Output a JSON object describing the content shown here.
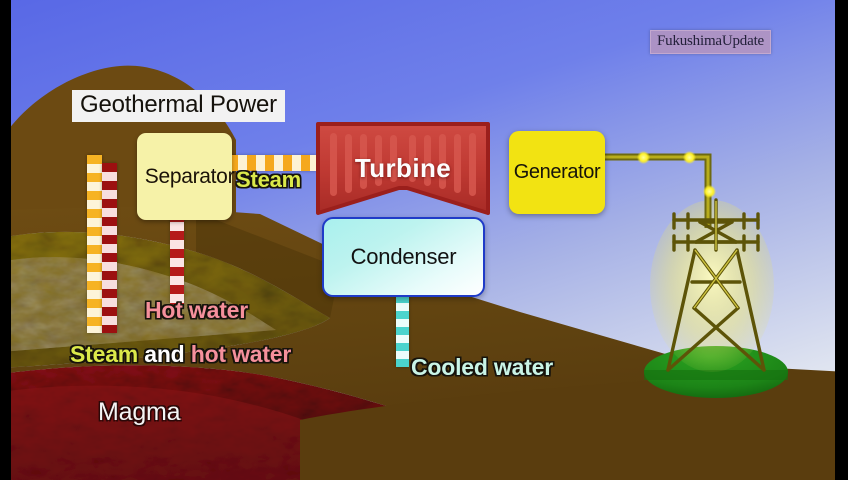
{
  "title": "Geothermal Power",
  "watermark": "FukushimaUpdate",
  "nodes": {
    "separator": "Separator",
    "turbine": "Turbine",
    "condenser": "Condenser",
    "generator": "Generator"
  },
  "flow_labels": {
    "steam": "Steam",
    "hot_water": "Hot water",
    "mix_steam": "Steam",
    "mix_and": " and ",
    "mix_hot_water": "hot water",
    "cooled_water": "Cooled water"
  },
  "geology": {
    "magma": "Magma"
  },
  "icons": {
    "production_well": "well-pipe-icon",
    "reinjection_well": "well-pipe-icon",
    "steam_pipe": "pipe-icon",
    "cooled_pipe": "pipe-icon",
    "pylon": "transmission-tower-icon",
    "power_line": "power-line-icon"
  },
  "colors": {
    "sky_top": "#5a6ee8",
    "sky_haze": "#cdd3ee",
    "soil": "#6b4a12",
    "rock": "#8a7412",
    "magma": "#7a1012",
    "steam_pipe": "#f5a81d",
    "hot_water_pipe": "#9c1010",
    "cooled_water_pipe": "#4bd4cd",
    "turbine": "#c23a34",
    "generator": "#f2e312",
    "separator": "#f6f2a8",
    "condenser": "#a9f0ee",
    "grass": "#1f8f1b",
    "pylon": "#cfc84a",
    "power_line": "#f0e520"
  }
}
